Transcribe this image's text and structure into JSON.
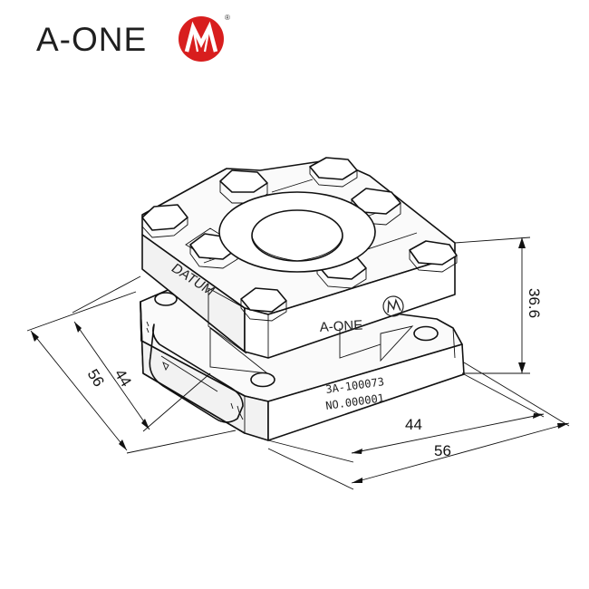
{
  "brand": {
    "name": "A-ONE",
    "registered_mark": "®",
    "color": "#d81e1e"
  },
  "drawing": {
    "engravings": {
      "side_label": "DATUM",
      "front_brand": "A-ONE",
      "part_number": "3A-100073",
      "serial": "NO.000001"
    },
    "dimensions": {
      "left_inner": "44",
      "left_outer": "56",
      "bottom_inner": "44",
      "bottom_outer": "56",
      "height": "36.6"
    }
  }
}
